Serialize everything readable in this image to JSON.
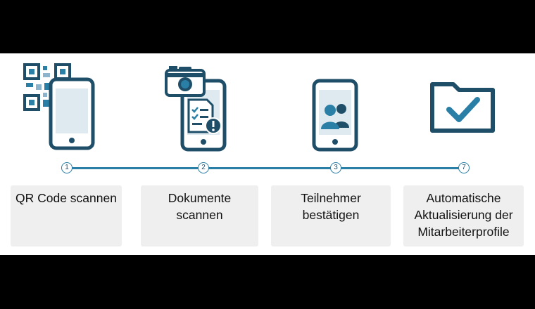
{
  "steps": [
    {
      "number": "1",
      "label": "QR Code scannen"
    },
    {
      "number": "2",
      "label": "Dokumente\nscannen"
    },
    {
      "number": "3",
      "label": "Teilnehmer\nbestätigen"
    },
    {
      "number": "7",
      "label": "Automatische\nAktualisierung der\nMitarbeiterprofile"
    }
  ],
  "colors": {
    "dark": "#1f4e69",
    "accent": "#2a7fa6",
    "card": "#efefef",
    "screen": "#dfe9f0"
  }
}
